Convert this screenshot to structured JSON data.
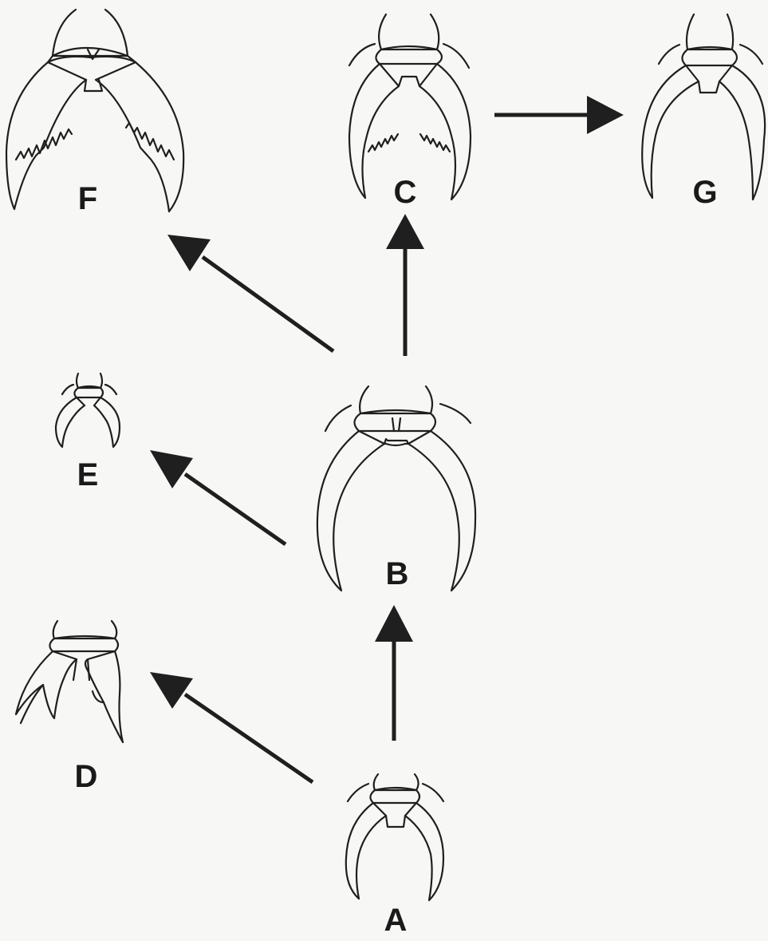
{
  "figure": {
    "labels": {
      "a": "A",
      "b": "B",
      "c": "C",
      "d": "D",
      "e": "E",
      "f": "F",
      "g": "G"
    },
    "connections": [
      {
        "from": "A",
        "to": "B"
      },
      {
        "from": "A",
        "to": "D"
      },
      {
        "from": "B",
        "to": "C"
      },
      {
        "from": "B",
        "to": "E"
      },
      {
        "from": "B",
        "to": "F"
      },
      {
        "from": "C",
        "to": "G"
      }
    ],
    "colors": {
      "ink": "#1f1f1f",
      "paper": "#f7f7f5"
    }
  }
}
